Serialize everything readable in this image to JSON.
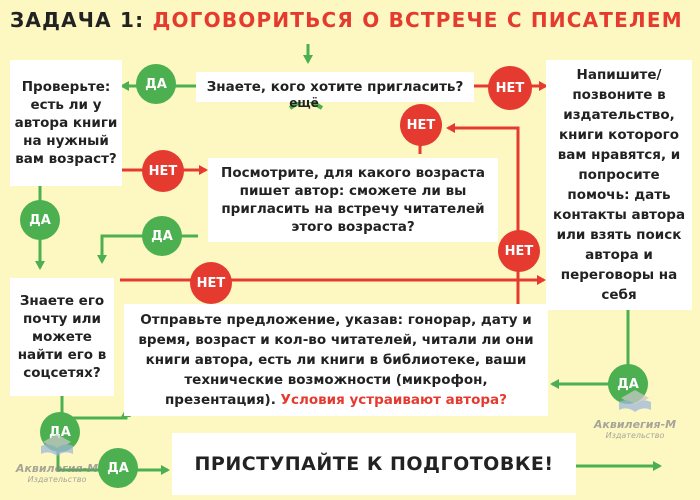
{
  "title": {
    "part1": "ЗАДАЧА 1: ",
    "part2": "ДОГОВОРИТЬСЯ О ВСТРЕЧЕ С ПИСАТЕЛЕМ"
  },
  "nodes": {
    "know_who": "Знаете, кого хотите пригласить?",
    "more": "ещё",
    "check_books": "Проверьте: есть ли у автора книги на нужный вам возраст?",
    "look_age": "Посмотрите, для какого возраста пишет автор: сможете ли вы пригласить на встречу читателей этого возраста?",
    "write_publisher": "Напишите/ позвоните в издательство, книги которого вам нравятся, и попросите помочь: дать контакты автора или взять поиск автора и переговоры на себя",
    "know_mail": "Знаете его почту или можете найти его в соцсетях?",
    "send_offer": "Отправьте предложение, указав: гонорар, дату и время, возраст и кол-во читателей, читали ли они книги автора, есть ли книги в библиотеке, ваши технические возможности (микрофон, презентация).",
    "send_offer_question": "Условия устраивают автора?",
    "final": "ПРИСТУПАЙТЕ К ПОДГОТОВКЕ!"
  },
  "labels": {
    "yes": "ДА",
    "no": "НЕТ"
  },
  "logo": {
    "name": "Аквилегия-М",
    "sub": "Издательство"
  },
  "colors": {
    "background": "#fdf8c2",
    "yes": "#4caf50",
    "no": "#e53a2f",
    "title_accent": "#e53a2f"
  }
}
